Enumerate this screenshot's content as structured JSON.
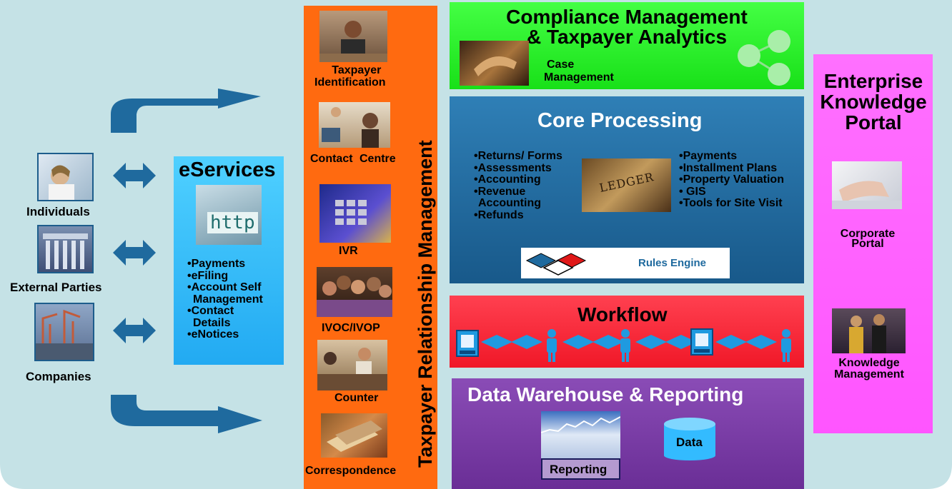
{
  "colors": {
    "background": "#c5e2e6",
    "trm_orange": "#ff6a10",
    "compliance_green": "#22ee22",
    "core_blue": "#1f6a9e",
    "workflow_red": "#ff2030",
    "warehouse_purple": "#7e3aa6",
    "portal_pink": "#ff66ff",
    "eservices_blue": "#33bbff",
    "arrow_blue": "#1f6a9e"
  },
  "parties": {
    "individuals": "Individuals",
    "external": "External Parties",
    "companies": "Companies"
  },
  "eservices": {
    "title": "eServices",
    "items": [
      "•Payments",
      "•eFiling",
      "•Account Self",
      "Management",
      "•Contact",
      "Details",
      "•eNotices"
    ]
  },
  "trm": {
    "title": "Taxpayer Relationship Management",
    "taxpayer_id": [
      "Taxpayer",
      "Identification"
    ],
    "contact": "Contact",
    "centre": "Centre",
    "ivr": "IVR",
    "ivoc": "IVOC/IVOP",
    "counter": "Counter",
    "correspondence": "Correspondence"
  },
  "compliance": {
    "title_line1": "Compliance Management",
    "title_line2": "& Taxpayer Analytics",
    "case": [
      "Case",
      "Management"
    ]
  },
  "core": {
    "title": "Core Processing",
    "left_items": [
      "•Returns/ Forms",
      "•Assessments",
      "•Accounting",
      "•Revenue",
      "Accounting",
      "•Refunds"
    ],
    "right_items": [
      "•Payments",
      "•Installment Plans",
      "•Property Valuation",
      "•  GIS",
      "•Tools for Site Visit"
    ],
    "ledger": "LEDGER",
    "rules_engine": "Rules Engine"
  },
  "workflow": {
    "title": "Workflow"
  },
  "warehouse": {
    "title": "Data Warehouse & Reporting",
    "reporting": "Reporting",
    "data": "Data"
  },
  "portal": {
    "title": [
      "Enterprise",
      "Knowledge",
      "Portal"
    ],
    "corporate": [
      "Corporate",
      "Portal"
    ],
    "knowledge": [
      "Knowledge",
      "Management"
    ]
  },
  "icons": {
    "http_sign": "http"
  }
}
